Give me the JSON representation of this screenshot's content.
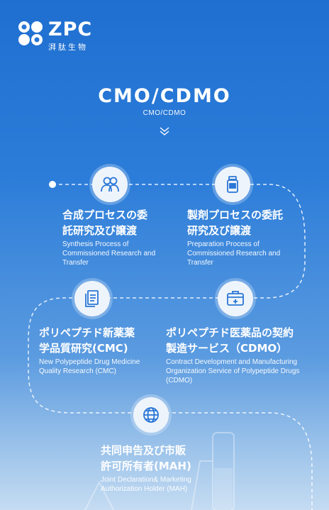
{
  "logo": {
    "main": "ZPC",
    "sub": "湃肽生物"
  },
  "header": {
    "title": "CMO/CDMO",
    "subtitle": "CMO/CDMO"
  },
  "steps": [
    {
      "icon": "people-icon",
      "jp": "合成プロセスの委\n託研究及び譲渡",
      "en": "Synthesis Process of\nCommissioned Research and\nTransfer"
    },
    {
      "icon": "medicine-bottle-icon",
      "jp": "製剤プロセスの委託\n研究及び譲渡",
      "en": "Preparation Process of\nCommissioned Research and\nTransfer"
    },
    {
      "icon": "document-icon",
      "jp": "ポリペプチド新薬薬\n学品質研究(CMC)",
      "en": "New Polypeptide Drug Medicine\nQuality Research (CMC)"
    },
    {
      "icon": "medical-kit-icon",
      "jp": "ポリペプチド医薬品の契約\n製造サービス（CDMO）",
      "en": "Contract Development and Manufacturing\nOrganization Service of Polypeptide Drugs\n(CDMO)"
    },
    {
      "icon": "globe-icon",
      "jp": "共同申告及び市販\n許可所有者(MAH)",
      "en": "Joint Declaration& Marketing\nAuthorization Holder (MAH)"
    }
  ]
}
